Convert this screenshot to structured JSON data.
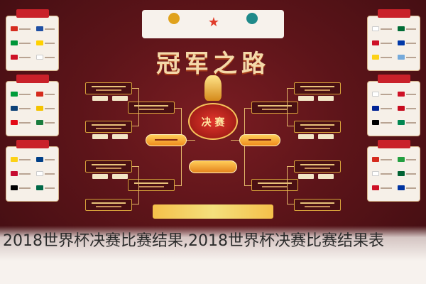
{
  "brand": {
    "left_name": "",
    "right_name": "",
    "left_color": "#e0a21c",
    "right_color": "#1f8a8a"
  },
  "poster": {
    "title": "冠军之路",
    "final_label": "决 赛",
    "ribbon_text": "",
    "groups_left": [
      "",
      "",
      ""
    ],
    "groups_right": [
      "",
      "",
      ""
    ]
  },
  "caption": {
    "text": "2018世界杯决赛比赛结果,2018世界杯决赛比赛结果表"
  },
  "footer": {
    "left_text": "",
    "right_text": ""
  },
  "colors": {
    "poster_bg": "#5c1419",
    "accent_red": "#c9212a",
    "gold": "#e4b76a"
  }
}
